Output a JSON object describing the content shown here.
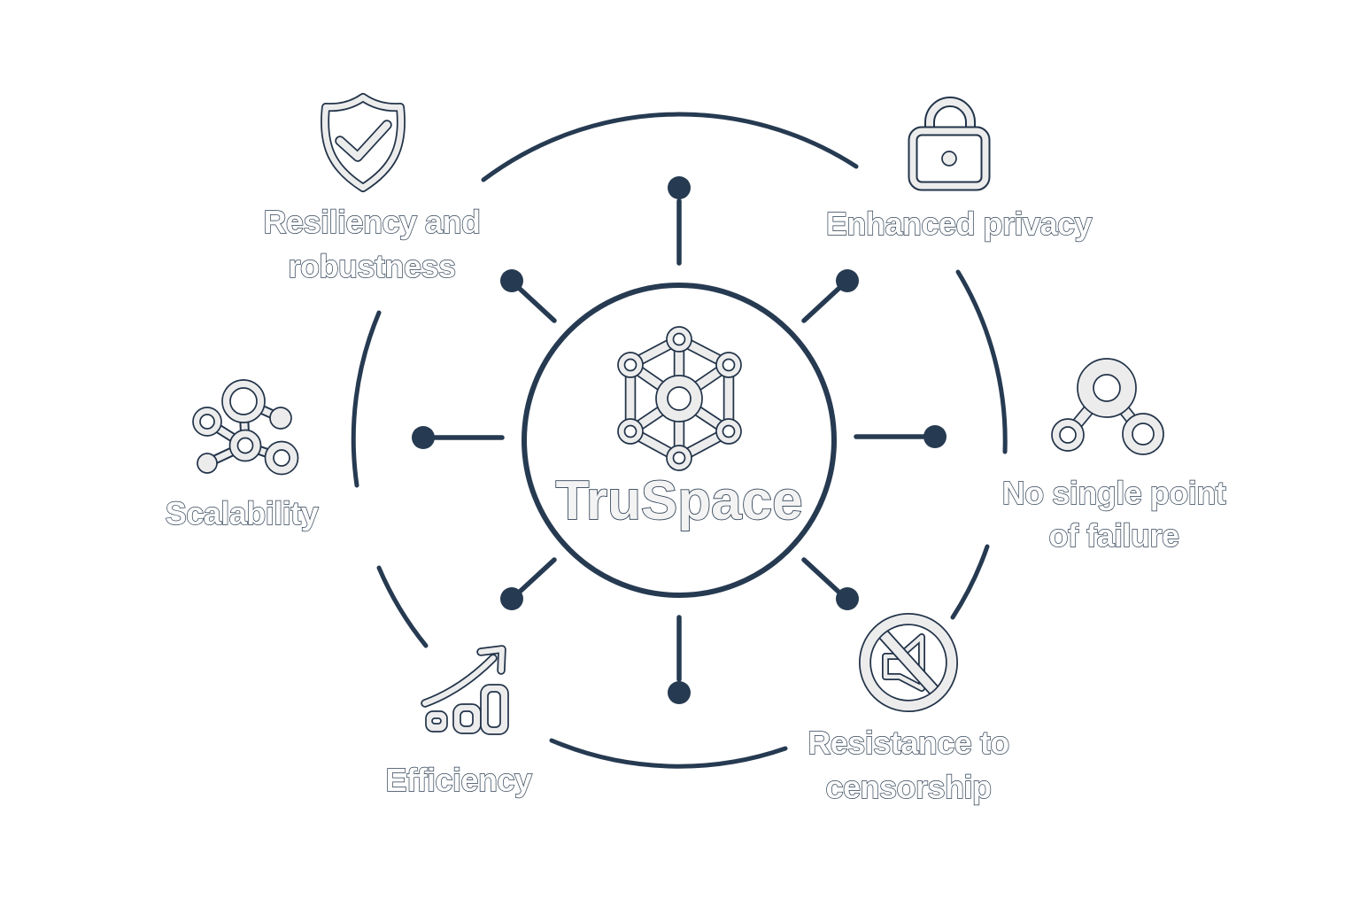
{
  "center": {
    "label": "TruSpace",
    "icon": "hexagon-network-icon"
  },
  "colors": {
    "navy": "#263a51",
    "outline": "#223349",
    "icon_gray": "#ececec",
    "text_white": "#fcfcfc"
  },
  "features": [
    {
      "id": "resiliency-and-robustness",
      "icon": "shield-check-icon",
      "line1": "Resiliency and",
      "line2": "robustness"
    },
    {
      "id": "enhanced-privacy",
      "icon": "padlock-icon",
      "line1": "Enhanced privacy",
      "line2": ""
    },
    {
      "id": "scalability",
      "icon": "molecule-network-icon",
      "line1": "Scalability",
      "line2": ""
    },
    {
      "id": "no-single-point-of-failure",
      "icon": "connected-nodes-icon",
      "line1": "No single point",
      "line2": "of failure"
    },
    {
      "id": "efficiency",
      "icon": "growth-chart-icon",
      "line1": "Efficiency",
      "line2": ""
    },
    {
      "id": "resistance-to-censorship",
      "icon": "muted-speaker-icon",
      "line1": "Resistance to",
      "line2": "censorship"
    }
  ]
}
